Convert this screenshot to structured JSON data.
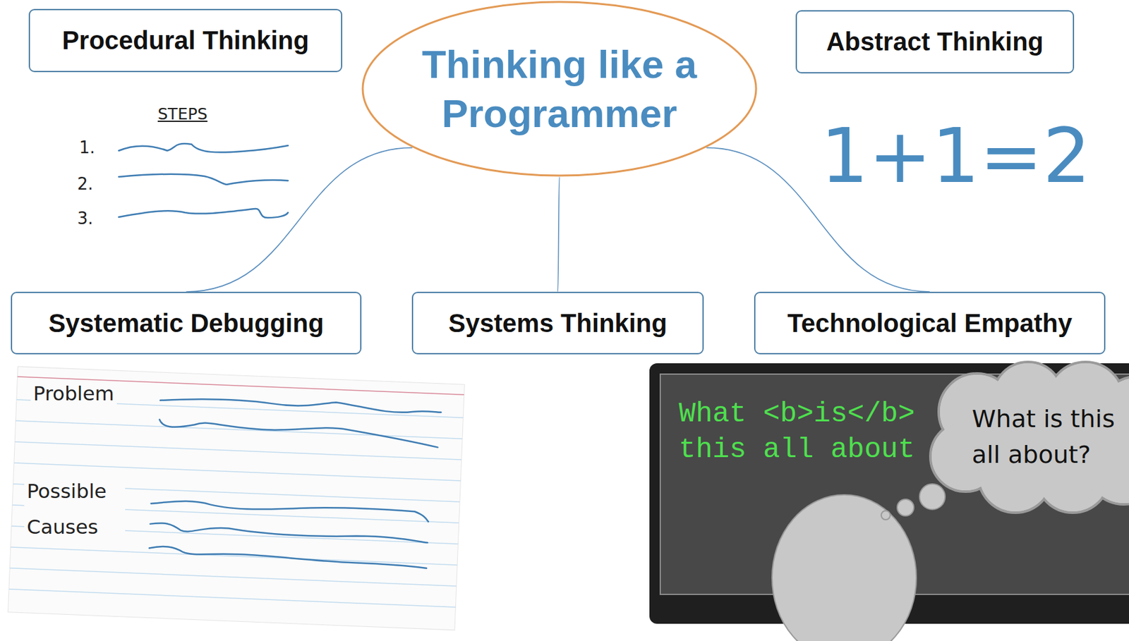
{
  "diagram": {
    "nodes": [
      {
        "text": [
          "Procedural Thinking"
        ]
      },
      {
        "text": [
          "Thinking like a Programmer"
        ]
      },
      {
        "text": [
          "Abstract Thinking"
        ]
      },
      {
        "text": [
          "Systematic Debugging"
        ]
      },
      {
        "text": [
          "Systems Thinking"
        ]
      },
      {
        "text": [
          "Technological Empathy"
        ]
      }
    ],
    "edges": [
      {
        "from": 1,
        "to": 3,
        "arrow": "none"
      },
      {
        "from": 1,
        "to": 4,
        "arrow": "none"
      },
      {
        "from": 1,
        "to": 5,
        "arrow": "none"
      }
    ],
    "labels": [
      "STEPS",
      "1.",
      "2.",
      "3.",
      "1+1=2",
      "Problem",
      "Possible Causes",
      "What <b>is</b> this all about",
      "What is this all about?"
    ]
  }
}
